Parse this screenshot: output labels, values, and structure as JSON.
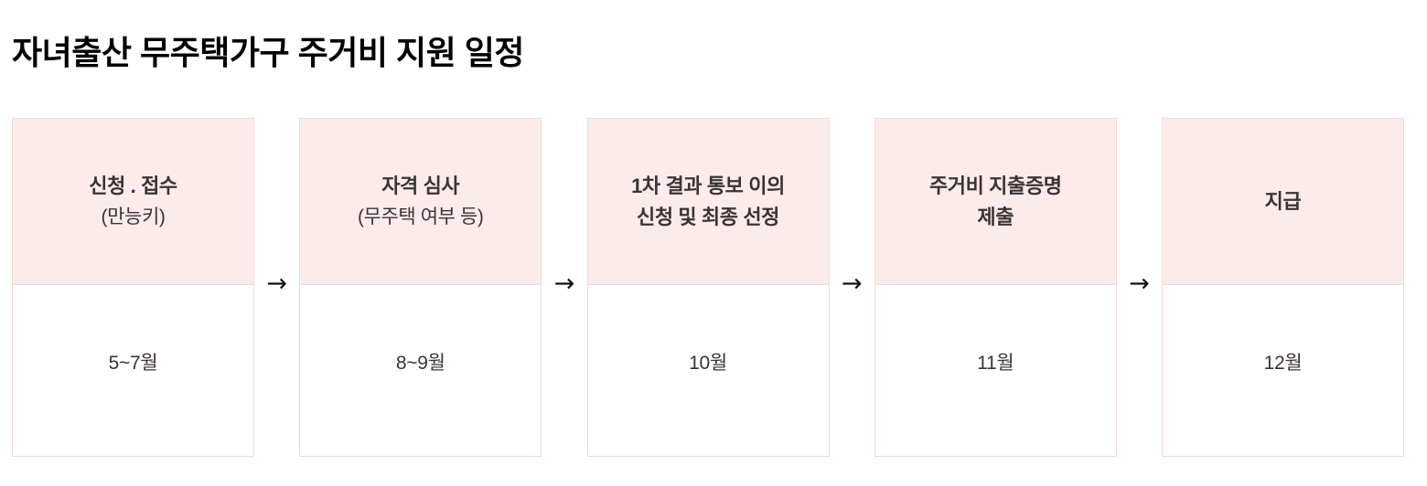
{
  "page": {
    "title": "자녀출산 무주택가구 주거비 지원 일정",
    "background_color": "#ffffff"
  },
  "theme": {
    "header_fill": "#fbeceb",
    "border_color": "#f3d7d5",
    "title_color": "#000000",
    "text_color": "#3b3335",
    "arrow_color": "#111111"
  },
  "flow": {
    "arrow_glyph": "→",
    "steps": [
      {
        "index": 1,
        "title": "신청 . 접수",
        "subtitle": "(만능키)",
        "period": "5~7월"
      },
      {
        "index": 2,
        "title": "자격 심사",
        "subtitle": "(무주택 여부 등)",
        "period": "8~9월"
      },
      {
        "index": 3,
        "title": "1차 결과 통보 이의",
        "subtitle": "신청 및 최종 선정",
        "period": "10월"
      },
      {
        "index": 4,
        "title": "주거비 지출증명",
        "subtitle": "제출",
        "period": "11월"
      },
      {
        "index": 5,
        "title": "지급",
        "subtitle": "",
        "period": "12월"
      }
    ]
  },
  "chart_data": {
    "type": "table",
    "title": "자녀출산 무주택가구 주거비 지원 일정",
    "categories": [
      "신청 . 접수 (만능키)",
      "자격 심사 (무주택 여부 등)",
      "1차 결과 통보 이의 신청 및 최종 선정",
      "주거비 지출증명 제출",
      "지급"
    ],
    "values": [
      "5~7월",
      "8~9월",
      "10월",
      "11월",
      "12월"
    ],
    "xlabel": "",
    "ylabel": ""
  }
}
